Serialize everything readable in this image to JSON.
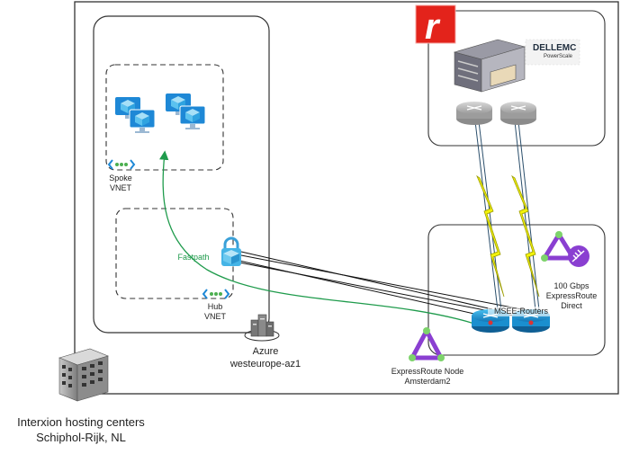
{
  "labels": {
    "spoke_vnet_line1": "Spoke",
    "spoke_vnet_line2": "VNET",
    "hub_vnet_line1": "Hub",
    "hub_vnet_line2": "VNET",
    "fastpath": "Fastpath",
    "azure_line1": "Azure",
    "azure_line2": "westeurope-az1",
    "msee_routers": "MSEE-Routers",
    "expressroute_direct_line1": "100 Gbps",
    "expressroute_direct_line2": "ExpressRoute",
    "expressroute_direct_line3": "Direct",
    "expressroute_node_line1": "ExpressRoute Node",
    "expressroute_node_line2": "Amsterdam2",
    "interxion_line1": "Interxion hosting centers",
    "interxion_line2": "Schiphol-Rijk, NL",
    "dell_line1": "DELLEMC",
    "dell_line2": "PowerScale",
    "logo_letter": "r"
  },
  "colors": {
    "fastpath_green": "#1f9b4c",
    "lightning_yellow": "#f2f20a",
    "expressroute_purple": "#8a3fd1",
    "azure_blue": "#1e88d6",
    "router_blue": "#1a9ad6",
    "logo_red": "#e3231b"
  },
  "icons": {
    "vm": "virtual-machine-icon",
    "vnet": "vnet-icon",
    "lock": "vpn-gateway-lock-icon",
    "datacenter": "azure-datacenter-icon",
    "msee": "router-icon",
    "storage": "storage-server-icon",
    "building": "building-icon",
    "expressroute": "expressroute-icon"
  }
}
